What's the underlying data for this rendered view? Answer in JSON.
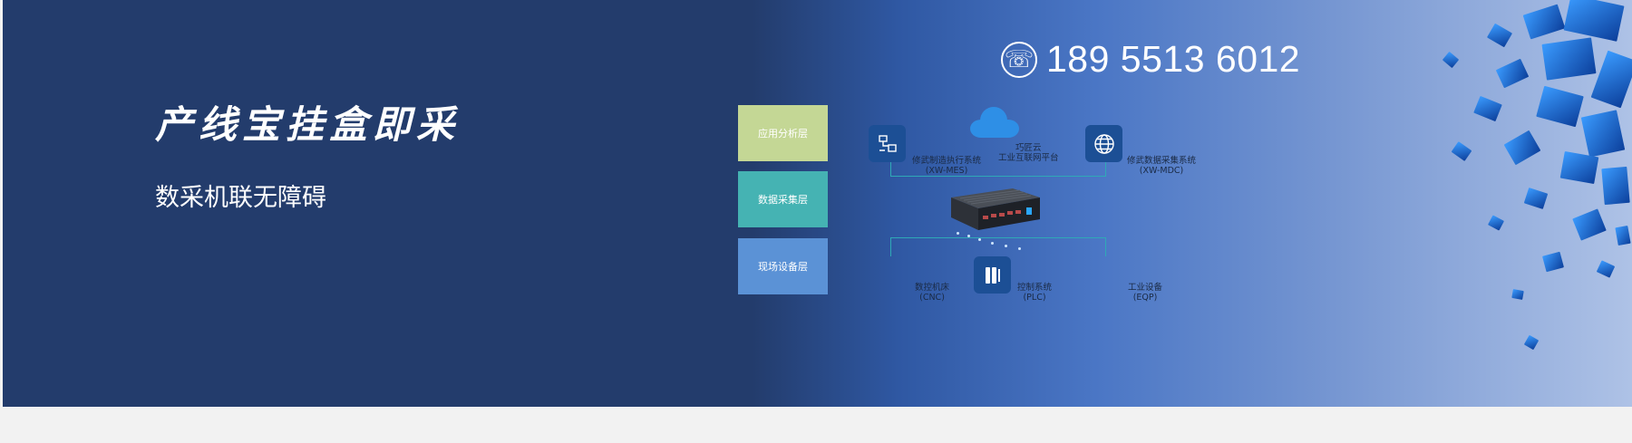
{
  "phone": {
    "number": "189 5513 6012",
    "icon": "phone-icon"
  },
  "headline": "产线宝挂盒即采",
  "subhead": "数采机联无障碍",
  "layers": [
    {
      "label": "应用分析层",
      "color": "#c4d795"
    },
    {
      "label": "数据采集层",
      "color": "#45b3b3"
    },
    {
      "label": "现场设备层",
      "color": "#5b92d6"
    }
  ],
  "diagram": {
    "cloud": {
      "line1": "巧匠云",
      "line2": "工业互联网平台",
      "icon": "cloud-icon"
    },
    "mes": {
      "line1": "修武制造执行系统",
      "line2": "(XW-MES)",
      "icon": "mes-network-icon"
    },
    "mdc": {
      "line1": "修武数据采集系统",
      "line2": "(XW-MDC)",
      "icon": "globe-icon"
    },
    "cnc": {
      "line1": "数控机床",
      "line2": "(CNC)"
    },
    "plc": {
      "line1": "控制系统",
      "line2": "(PLC)",
      "icon": "plc-icon"
    },
    "eqp": {
      "line1": "工业设备",
      "line2": "(EQP)"
    },
    "device": "iot-gateway-device"
  },
  "colors": {
    "banner": "#233c6c",
    "accent": "#1c4f95",
    "line": "#2fa9b6"
  }
}
